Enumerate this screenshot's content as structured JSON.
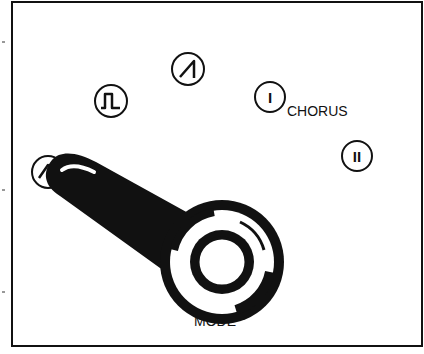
{
  "diagram": {
    "nodes": [
      {
        "text": [
          "I"
        ]
      },
      {
        "text": [
          "II"
        ]
      }
    ],
    "labels": [
      "CHORUS",
      "MODE"
    ]
  }
}
